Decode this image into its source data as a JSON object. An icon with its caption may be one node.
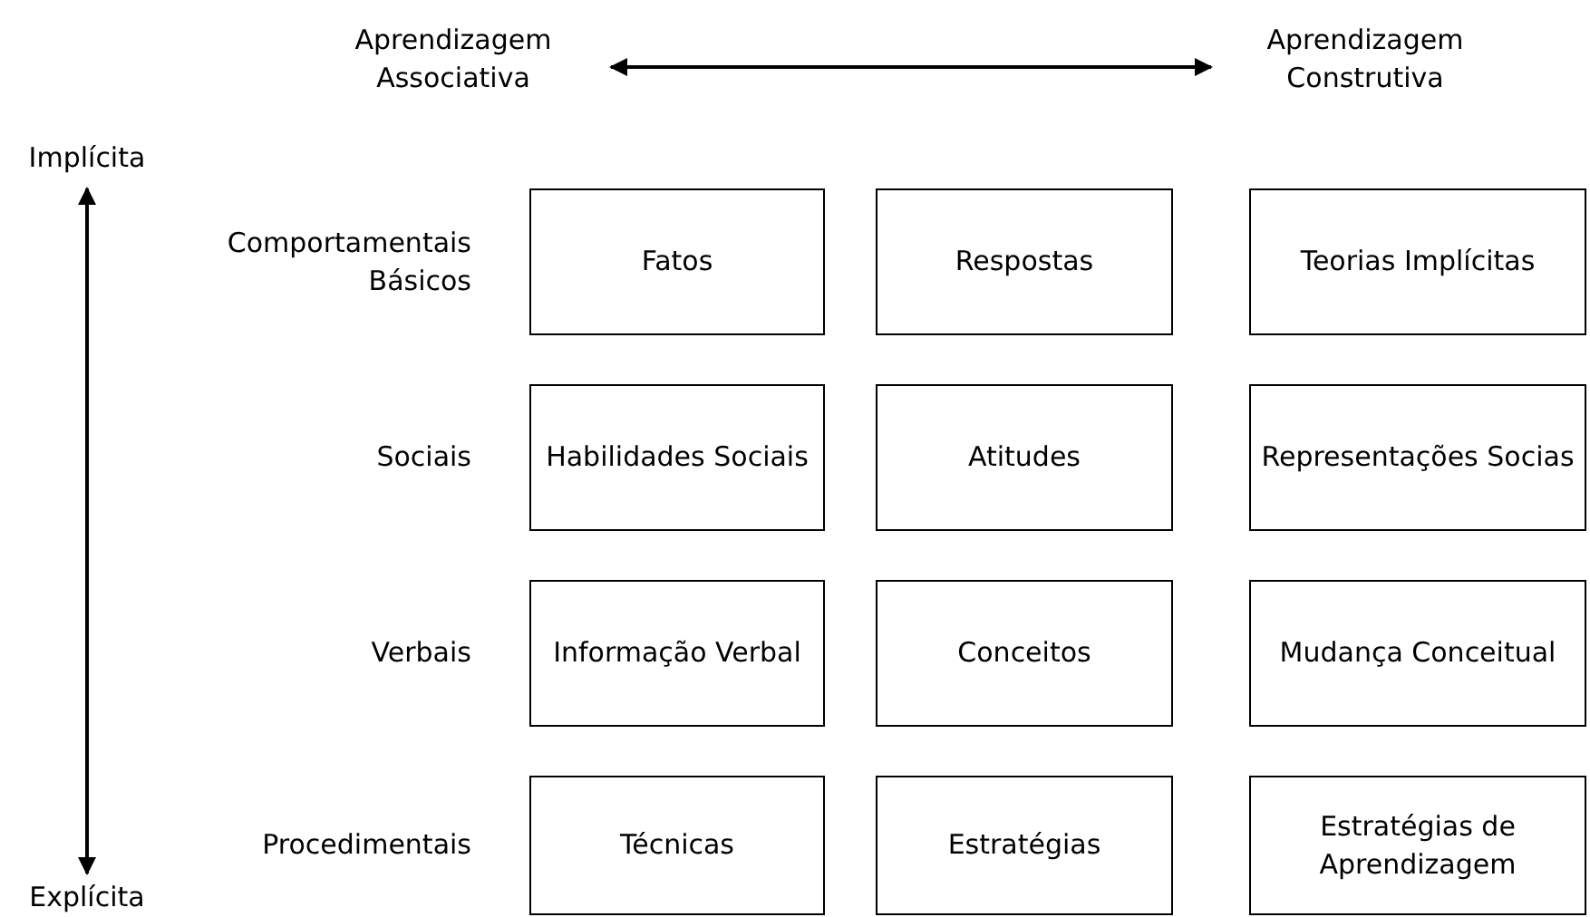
{
  "diagram": {
    "nodes": [
      {
        "text": [
          "Aprendizagem Associativa"
        ]
      },
      {
        "text": [
          "Aprendizagem Construtiva"
        ]
      },
      {
        "text": [
          "Implícita"
        ]
      },
      {
        "text": [
          "Explícita"
        ]
      },
      {
        "text": [
          "Fatos"
        ]
      },
      {
        "text": [
          "Respostas"
        ]
      },
      {
        "text": [
          "Teorias Implícitas"
        ]
      },
      {
        "text": [
          "Habilidades Sociais"
        ]
      },
      {
        "text": [
          "Atitudes"
        ]
      },
      {
        "text": [
          "Representações Socias"
        ]
      },
      {
        "text": [
          "Informação Verbal"
        ]
      },
      {
        "text": [
          "Conceitos"
        ]
      },
      {
        "text": [
          "Mudança Conceitual"
        ]
      },
      {
        "text": [
          "Técnicas"
        ]
      },
      {
        "text": [
          "Estratégias"
        ]
      },
      {
        "text": [
          "Estratégias de Aprendizagem"
        ]
      }
    ],
    "edges": [
      {
        "from": 0,
        "to": 1,
        "arrow": "both"
      },
      {
        "from": 2,
        "to": 3,
        "arrow": "both"
      }
    ],
    "labels": [
      "Comportamentais Básicos",
      "Sociais",
      "Verbais",
      "Procedimentais"
    ]
  }
}
